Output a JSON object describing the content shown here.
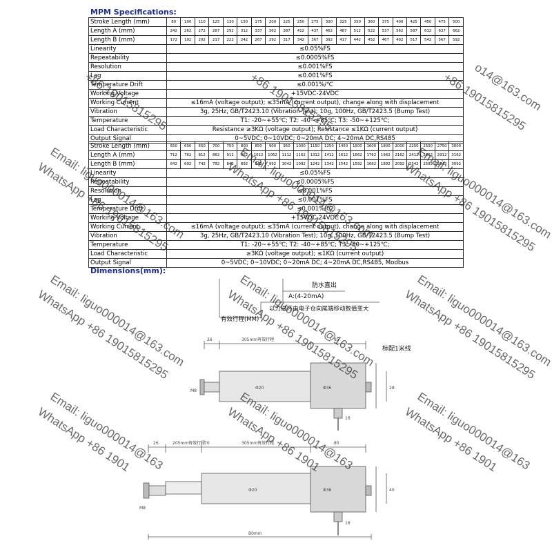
{
  "headings": {
    "specifications": "MPM Specifications:",
    "dimensions": "Dimensions(mm):"
  },
  "table1": {
    "stroke_label": "Stroke Length (mm)",
    "stroke": [
      "80",
      "100",
      "110",
      "125",
      "130",
      "150",
      "175",
      "200",
      "225",
      "250",
      "275",
      "300",
      "325",
      "350",
      "360",
      "375",
      "400",
      "425",
      "450",
      "475",
      "500"
    ],
    "a_label": "Length A (mm)",
    "length_a": [
      "242",
      "262",
      "272",
      "287",
      "292",
      "312",
      "337",
      "362",
      "387",
      "412",
      "437",
      "462",
      "487",
      "512",
      "522",
      "537",
      "562",
      "587",
      "612",
      "637",
      "662"
    ],
    "b_label": "Length B (mm)",
    "length_b": [
      "172",
      "192",
      "202",
      "217",
      "222",
      "242",
      "267",
      "292",
      "317",
      "342",
      "367",
      "392",
      "417",
      "442",
      "452",
      "467",
      "492",
      "517",
      "542",
      "567",
      "592"
    ],
    "rows": [
      {
        "label": "Linearity",
        "value": "≤0.05%FS"
      },
      {
        "label": "Repeatability",
        "value": "≤0.0005%FS"
      },
      {
        "label": "Resolution",
        "value": "≤0.001%FS"
      },
      {
        "label": "Lag",
        "value": "≤0.001%FS"
      },
      {
        "label": "Temperature Drift",
        "value": "≤0.001%/℃"
      },
      {
        "label": "Working Voltage",
        "value": "+15VDC-24VDC"
      },
      {
        "label": "Working Current",
        "value": "≤16mA (voltage output);  ≤35mA (current output), change along with displacement"
      },
      {
        "label": "Vibration",
        "value": "3g, 25Hz, GB/T2423.10 (Vibration Test);  10g, 100Hz, GB/T2423.5 (Bump Test)"
      },
      {
        "label": "Temperature",
        "value": "T1: -20~+55℃;  T2: -40~+85℃;  T3: -50~+125℃;"
      },
      {
        "label": "Load Characteristic",
        "value": "Resistance ≥3KΩ (voltage output);  Resistance ≤1KΩ (current output)"
      },
      {
        "label": "Output Signal",
        "value": "0~5VDC;  0~10VDC;  0~20mA DC;  4~20mA DC,RS485"
      }
    ]
  },
  "table2": {
    "stroke_label": "Stroke Length (mm)",
    "stroke": [
      "550",
      "600",
      "650",
      "700",
      "750",
      "800",
      "850",
      "900",
      "950",
      "1000",
      "1150",
      "1250",
      "1450",
      "1500",
      "1600",
      "1800",
      "2000",
      "2250",
      "2500",
      "2750",
      "3000"
    ],
    "a_label": "Length A (mm)",
    "length_a": [
      "712",
      "762",
      "812",
      "862",
      "912",
      "962",
      "1012",
      "1062",
      "1112",
      "1162",
      "1312",
      "1412",
      "1612",
      "1662",
      "1762",
      "1962",
      "2162",
      "2412",
      "2662",
      "2912",
      "3162"
    ],
    "b_label": "Length B (mm)",
    "length_b": [
      "642",
      "692",
      "742",
      "792",
      "842",
      "892",
      "942",
      "992",
      "1042",
      "1092",
      "1242",
      "1342",
      "1542",
      "1592",
      "1692",
      "1892",
      "2092",
      "2342",
      "2592",
      "2842",
      "3092"
    ],
    "rows": [
      {
        "label": "Linearity",
        "value": "≤0.05%FS"
      },
      {
        "label": "Repeatability",
        "value": "≤0.0005%FS"
      },
      {
        "label": "Resolution",
        "value": "≤0.001%FS"
      },
      {
        "label": "Lag",
        "value": "≤0.001%FS"
      },
      {
        "label": "Temperature Drift",
        "value": "≤0.001%/℃"
      },
      {
        "label": "Working Voltage",
        "value": "+15VDC-24VDC"
      },
      {
        "label": "Working Current",
        "value": "≤16mA (voltage output);  ≤35mA (current output), change along with displacement"
      },
      {
        "label": "Vibration",
        "value": "3g, 25Hz, GB/T2423.10 (Vibration Test);  10g, 100Hz, GB/T2423.5 (Bump Test)"
      },
      {
        "label": "Temperature",
        "value": "T1: -20~+55℃;  T2: -40~+85℃;  T3: -50~+125℃;"
      },
      {
        "label": "Load Characteristic",
        "value": "≥3KΩ (voltage output);  ≤1KΩ (current output)"
      },
      {
        "label": "Output Signal",
        "value": "0~5VDC;  0~10VDC;  0~20mA DC;  4~20mA DC,RS485,  Modbus"
      }
    ]
  },
  "drawing": {
    "waterproof": "防水直出",
    "mode": "A:(4-20mA)",
    "note": "以力磁环由电子仓向尾端移动数值变大",
    "effective_stroke": "有效行程(MM)",
    "cable": "标配1米线",
    "dim_26": "26",
    "dim_85": "85",
    "dim_70": "70",
    "dim_28": "28",
    "dim_16": "16",
    "dim_m8": "M8",
    "dim_40": "40",
    "stroke_a": "305mm有效行程",
    "stroke_b": "205mm有效行程",
    "stroke_c": "305mm有效行程",
    "phi_20": "Φ20",
    "phi_36": "Φ36",
    "total": "B0mm"
  },
  "watermark": {
    "email": "Email: liguo000014@163.com",
    "whatsapp": "WhatsApp +86 19015815295",
    "email_cut": "Email: liguo000014@163",
    "whatsapp_cut": "WhatsApp +86 1901",
    "whatsapp_top": "+86 19015815295",
    "email_top": "o14@163.com"
  }
}
